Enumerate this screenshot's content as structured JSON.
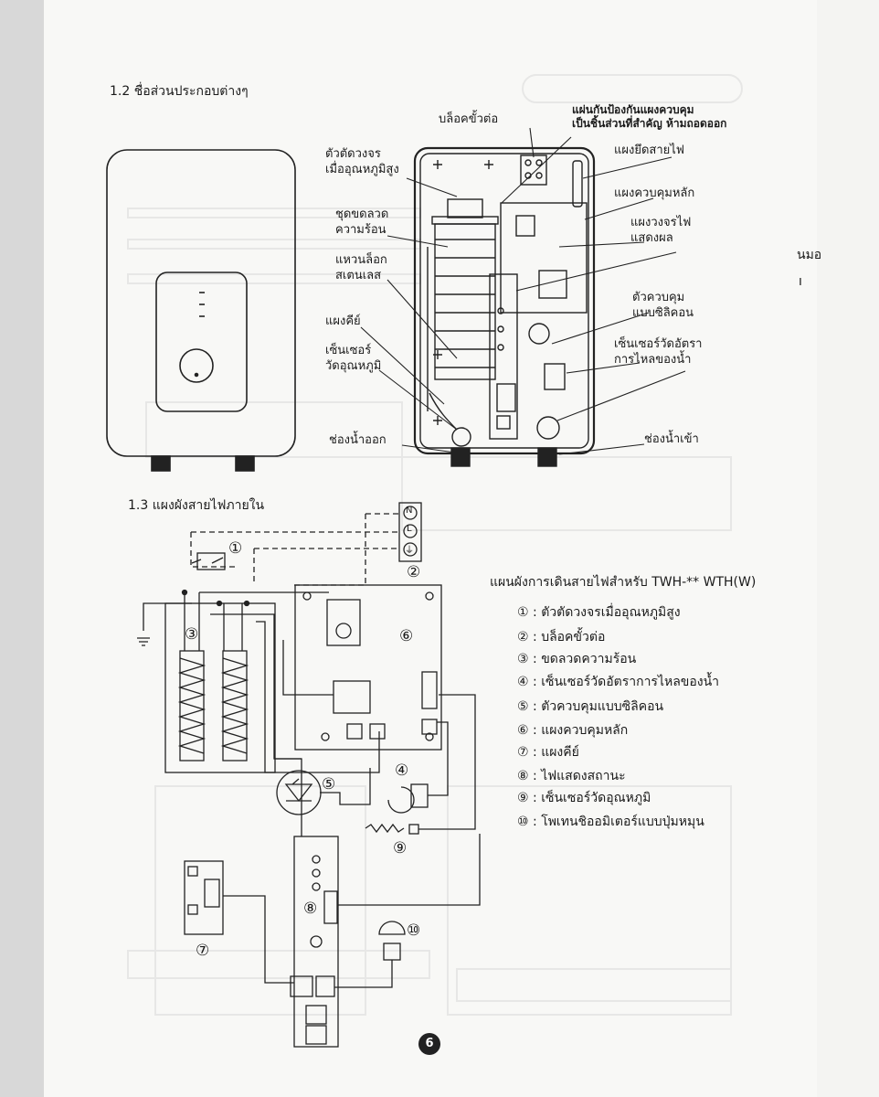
{
  "section_1_2": "1.2 ชื่อส่วนประกอบต่างๆ",
  "section_1_3": "1.3 แผงผังสายไฟภายใน",
  "labels_left": [
    {
      "key": "thermal_cutoff",
      "text": "ตัวตัดวงจร\nเมื่ออุณหภูมิสูง"
    },
    {
      "key": "heater",
      "text": "ชุดขดลวด\nความร้อน"
    },
    {
      "key": "ring",
      "text": "แหวนล็อก\nสเตนเลส"
    },
    {
      "key": "keypad",
      "text": "แผงคีย์"
    },
    {
      "key": "temp_sensor",
      "text": "เซ็นเซอร์\nวัดอุณหภูมิ"
    },
    {
      "key": "outlet",
      "text": "ช่องน้ำออก"
    }
  ],
  "labels_right": [
    {
      "key": "terminal",
      "text": "บล็อคขั้วต่อ"
    },
    {
      "key": "shield",
      "text": "แผ่นกันป้องกันแผงควบคุม\nเป็นชิ้นส่วนที่สำคัญ ห้ามถอดออก"
    },
    {
      "key": "cable_clamp",
      "text": "แผงยึดสายไฟ"
    },
    {
      "key": "main_board",
      "text": "แผงควบคุมหลัก"
    },
    {
      "key": "display_board",
      "text": "แผงวงจรไฟ\nแสดงผล"
    },
    {
      "key": "silicon_ctrl",
      "text": "ตัวควบคุม\nแบบซิลิคอน"
    },
    {
      "key": "flow_sensor",
      "text": "เซ็นเซอร์วัดอัตรา\nการไหลของน้ำ"
    },
    {
      "key": "inlet",
      "text": "ช่องน้ำเข้า"
    }
  ],
  "wiring_title": "แผนผังการเดินสายไฟสำหรับ TWH-** WTH(W)",
  "legend": [
    {
      "num": "①",
      "text": "ตัวตัดวงจรเมื่ออุณหภูมิสูง"
    },
    {
      "num": "②",
      "text": "บล็อคขั้วต่อ"
    },
    {
      "num": "③",
      "text": "ขดลวดความร้อน"
    },
    {
      "num": "④",
      "text": "เซ็นเซอร์วัดอัตราการไหลของน้ำ"
    },
    {
      "num": "⑤",
      "text": "ตัวควบคุมแบบซิลิคอน"
    },
    {
      "num": "⑥",
      "text": "แผงควบคุมหลัก"
    },
    {
      "num": "⑦",
      "text": "แผงคีย์"
    },
    {
      "num": "⑧",
      "text": "ไฟแสดงสถานะ"
    },
    {
      "num": "⑨",
      "text": "เซ็นเซอร์วัดอุณหภูมิ"
    },
    {
      "num": "⑩",
      "text": "โพเทนชิออมิเตอร์แบบปุ่มหมุน"
    }
  ],
  "diagram_numbers": [
    "①",
    "②",
    "③",
    "④",
    "⑤",
    "⑥",
    "⑦",
    "⑧",
    "⑨",
    "⑩"
  ],
  "terminal_marks": [
    "N",
    "L",
    "⏚"
  ],
  "legend_separator": ":",
  "side_text": [
    "นมอ",
    "ı"
  ],
  "page_number": "6"
}
